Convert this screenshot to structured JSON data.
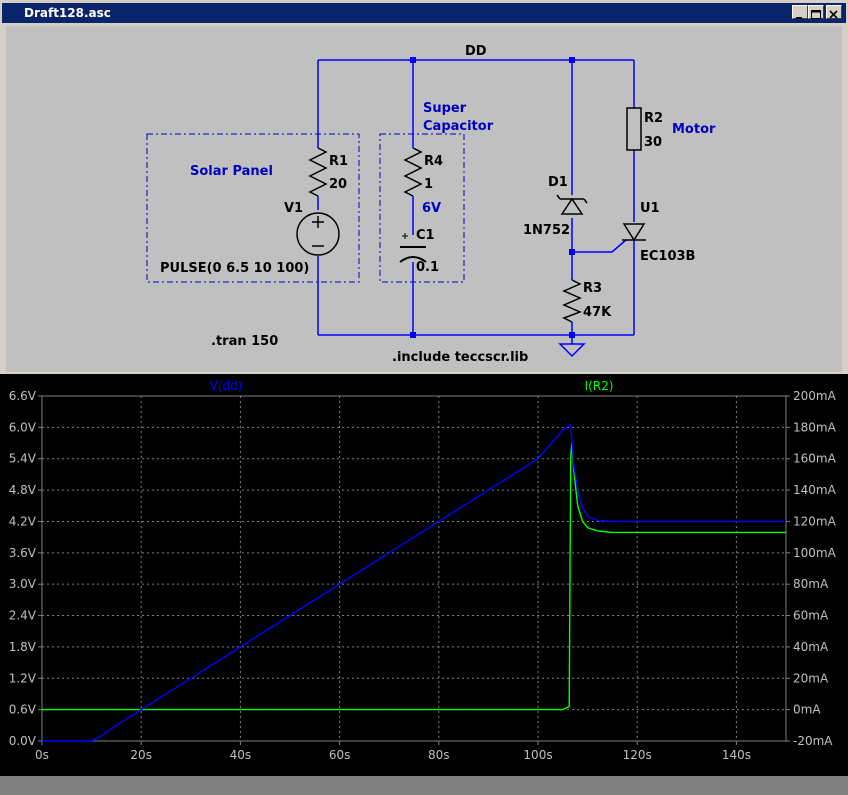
{
  "window": {
    "title": "Draft128.asc"
  },
  "colors": {
    "wire": "#0000ff",
    "label": "#000000",
    "annotation": "#0000c0",
    "trace_v": "#0000ff",
    "trace_i": "#00ff00",
    "grid": "#808080",
    "axis_text": "#c0c0c0"
  },
  "schematic": {
    "net_label": "DD",
    "groups": {
      "solar": "Solar Panel",
      "cap_line1": "Super",
      "cap_line2": "Capacitor",
      "motor": "Motor"
    },
    "components": {
      "r1_name": "R1",
      "r1_value": "20",
      "v1_name": "V1",
      "v1_value": "PULSE(0 6.5 10 100)",
      "r4_name": "R4",
      "r4_value": "1",
      "cap_voltage": "6V",
      "c1_name": "C1",
      "c1_value": "0.1",
      "r2_name": "R2",
      "r2_value": "30",
      "d1_name": "D1",
      "d1_value": "1N752",
      "u1_name": "U1",
      "u1_value": "EC103B",
      "r3_name": "R3",
      "r3_value": "47K"
    },
    "directives": {
      "tran": ".tran 150",
      "include": ".include teccscr.lib"
    }
  },
  "chart_data": {
    "type": "line",
    "x_ticks": [
      "0s",
      "20s",
      "40s",
      "60s",
      "80s",
      "100s",
      "120s",
      "140s"
    ],
    "x_tick_values": [
      0,
      20,
      40,
      60,
      80,
      100,
      120,
      140
    ],
    "xlim": [
      0,
      150
    ],
    "y_left_ticks": [
      "0.0V",
      "0.6V",
      "1.2V",
      "1.8V",
      "2.4V",
      "3.0V",
      "3.6V",
      "4.2V",
      "4.8V",
      "5.4V",
      "6.0V",
      "6.6V"
    ],
    "ylim_left": [
      0,
      6.6
    ],
    "y_right_ticks": [
      "-20mA",
      "0mA",
      "20mA",
      "40mA",
      "60mA",
      "80mA",
      "100mA",
      "120mA",
      "140mA",
      "160mA",
      "180mA",
      "200mA"
    ],
    "ylim_right": [
      -20,
      200
    ],
    "grid": true,
    "series": [
      {
        "name": "V(dd)",
        "axis": "left",
        "color": "#0000ff",
        "x": [
          0,
          10,
          12,
          15,
          20,
          30,
          40,
          50,
          60,
          70,
          80,
          90,
          100,
          105,
          106,
          106.6,
          107.2,
          108,
          109,
          110,
          112,
          115,
          120,
          130,
          140,
          150
        ],
        "y": [
          0,
          0,
          0.1,
          0.3,
          0.6,
          1.2,
          1.8,
          2.4,
          3.0,
          3.6,
          4.2,
          4.8,
          5.4,
          5.95,
          6.02,
          6.05,
          5.3,
          4.8,
          4.45,
          4.3,
          4.22,
          4.2,
          4.2,
          4.2,
          4.2,
          4.2
        ]
      },
      {
        "name": "I(R2)",
        "axis": "right",
        "color": "#00ff00",
        "x": [
          0,
          20,
          40,
          60,
          80,
          100,
          105,
          106.3,
          106.6,
          106.8,
          107.3,
          108,
          109,
          110,
          112,
          115,
          120,
          130,
          140,
          150
        ],
        "y": [
          0,
          0,
          0,
          0,
          0,
          0,
          0,
          2,
          160,
          170,
          150,
          130,
          120,
          116,
          114,
          113,
          113,
          113,
          113,
          113
        ]
      }
    ]
  }
}
